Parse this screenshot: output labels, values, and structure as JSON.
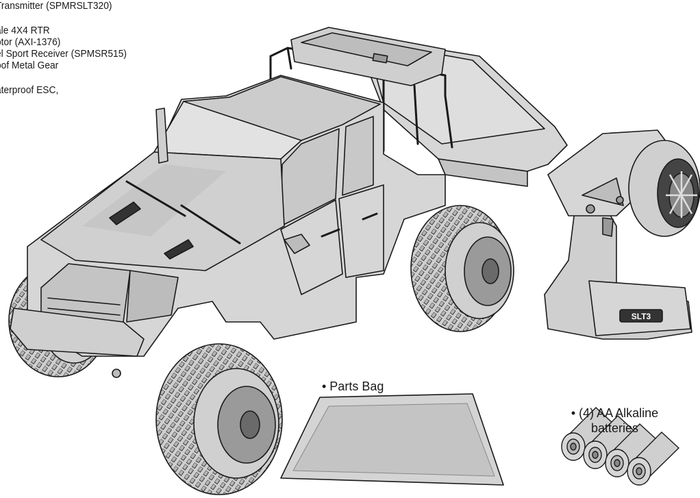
{
  "contents_list": {
    "line1": "Transmitter (SPMRSLT320)",
    "line2": "ale 4X4 RTR",
    "line3": "otor (AXI-1376)",
    "line4": "el Sport Receiver (SPMSR515)",
    "line5": "oof Metal Gear",
    "line6": "aterproof ESC,"
  },
  "labels": {
    "parts_bag": "• Parts Bag",
    "batteries_line1": "• (4) AA Alkaline",
    "batteries_line2": "batteries"
  },
  "logos": {
    "transmitter_badge": "SLT3"
  },
  "colors": {
    "body_fill": "#d6d6d6",
    "body_shade": "#c4c4c4",
    "tire_fill": "#cfcfcf",
    "line": "#1a1a1a"
  }
}
